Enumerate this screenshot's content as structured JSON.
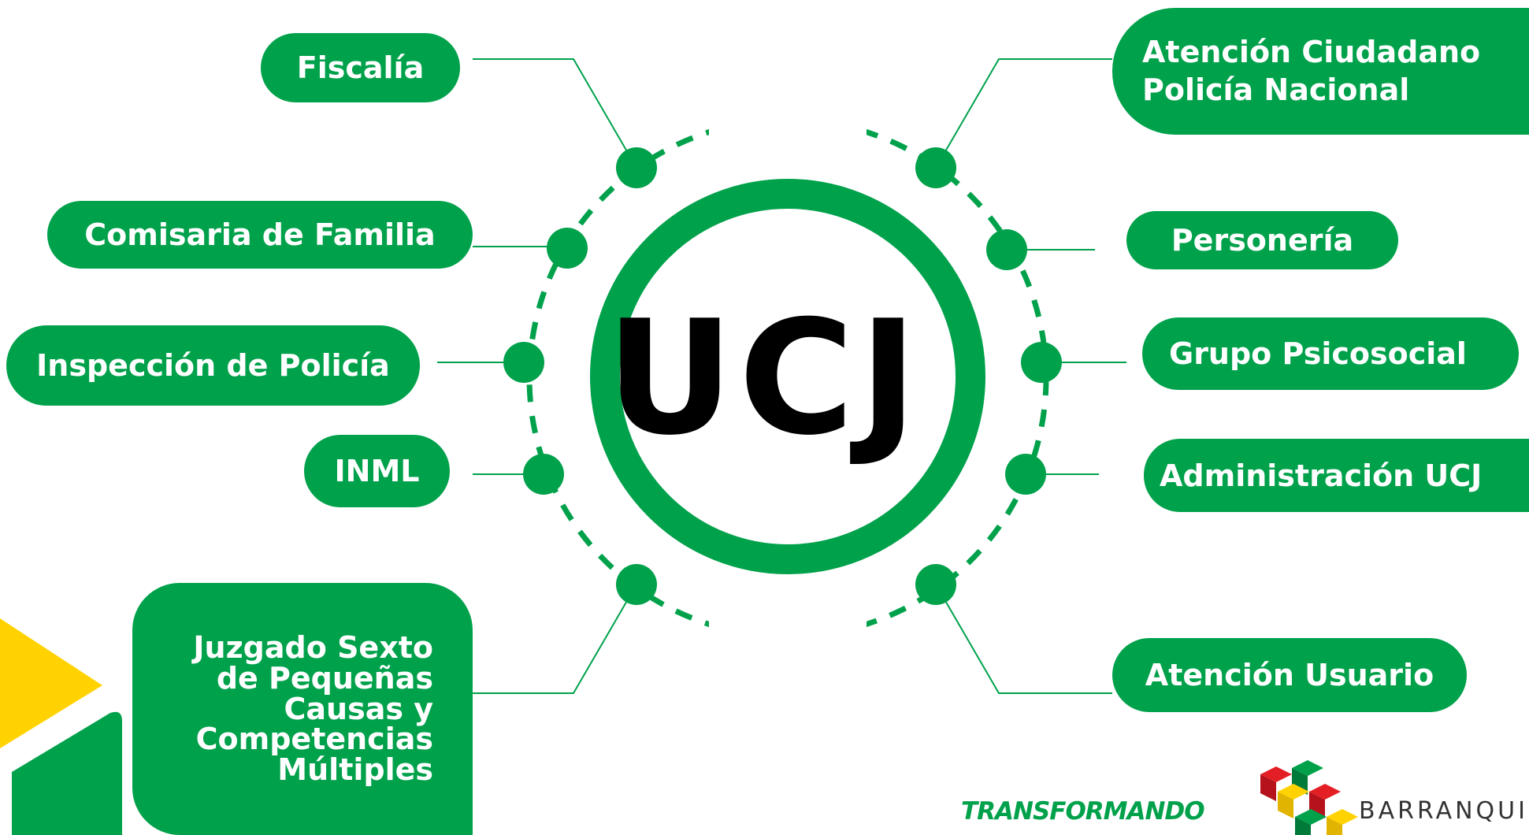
{
  "center": {
    "label": "UCJ"
  },
  "left_nodes": [
    {
      "id": "fiscalia",
      "label": "Fiscalía"
    },
    {
      "id": "comisaria",
      "label": "Comisaria de Familia"
    },
    {
      "id": "inspeccion",
      "label": "Inspección de Policía"
    },
    {
      "id": "inml",
      "label": "INML"
    },
    {
      "id": "juzgado",
      "label": "Juzgado Sexto\nde Pequeñas\nCausas y\nCompetencias\nMúltiples"
    }
  ],
  "right_nodes": [
    {
      "id": "atencion-ciudadano",
      "label": "Atención Ciudadano\nPolicía Nacional"
    },
    {
      "id": "personeria",
      "label": "Personería"
    },
    {
      "id": "grupo-psicosocial",
      "label": "Grupo Psicosocial"
    },
    {
      "id": "administracion",
      "label": "Administración UCJ"
    },
    {
      "id": "atencion-usuario",
      "label": "Atención Usuario"
    }
  ],
  "branding": {
    "tagline": "TRANSFORMANDO",
    "city": "BARRANQUI"
  },
  "colors": {
    "green": "#00A14B",
    "yellow": "#FFD200",
    "red": "#E31E24",
    "text_dark": "#000000"
  }
}
